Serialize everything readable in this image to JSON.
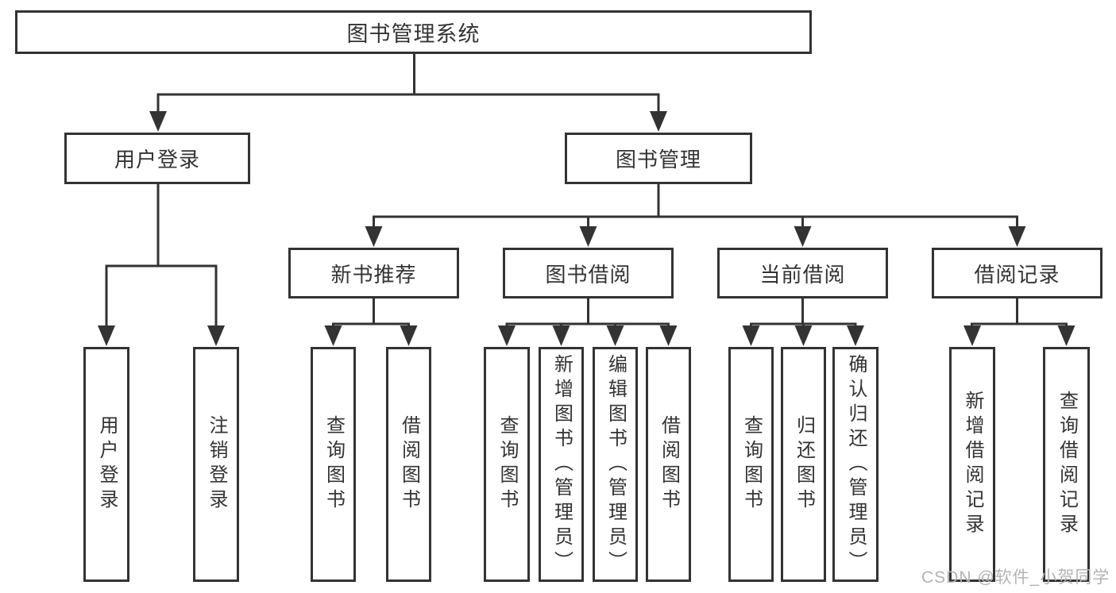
{
  "diagram": {
    "root": {
      "label": "图书管理系统"
    },
    "level2": [
      {
        "label": "用户登录"
      },
      {
        "label": "图书管理"
      }
    ],
    "level3": [
      {
        "label": "新书推荐"
      },
      {
        "label": "图书借阅"
      },
      {
        "label": "当前借阅"
      },
      {
        "label": "借阅记录"
      }
    ],
    "leaves": {
      "user": [
        "用户登录",
        "注销登录"
      ],
      "recommend": [
        "查询图书",
        "借阅图书"
      ],
      "borrow": [
        "查询图书",
        "新增图书（管理员）",
        "编辑图书（管理员）",
        "借阅图书"
      ],
      "current": [
        "查询图书",
        "归还图书",
        "确认归还（管理员）"
      ],
      "records": [
        "新增借阅记录",
        "查询借阅记录"
      ]
    }
  },
  "watermark": {
    "text": "CSDN @软件_小贺同学"
  },
  "colors": {
    "line": "#333333",
    "text": "#333333",
    "box_background": "#ffffff",
    "watermark": "#b3b3b3",
    "page_background": "#ffffff"
  }
}
